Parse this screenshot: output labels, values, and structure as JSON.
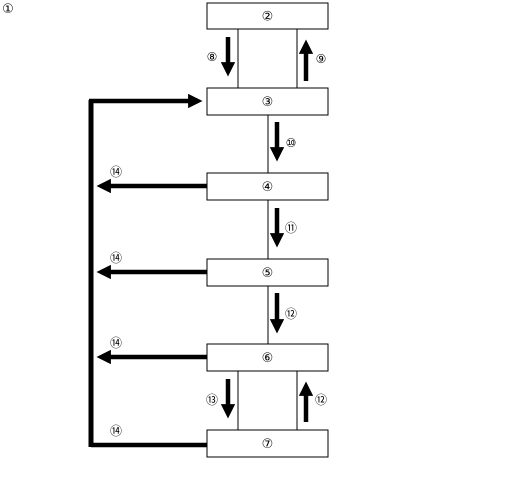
{
  "diagram": {
    "corner_label": "①",
    "boxes": [
      "②",
      "③",
      "④",
      "⑤",
      "⑥",
      "⑦"
    ],
    "arrow_labels": {
      "down_2_3": "⑧",
      "up_3_2": "⑨",
      "down_3_4": "⑩",
      "down_4_5": "⑪",
      "down_5_6": "⑫",
      "down_6_7": "⑬",
      "up_7_6": "⑫",
      "left_4": "⑭",
      "left_5": "⑭",
      "left_6": "⑭",
      "left_7": "⑭"
    },
    "colors": {
      "line": "#000000",
      "box_fill": "#ffffff",
      "background": "#ffffff"
    }
  }
}
